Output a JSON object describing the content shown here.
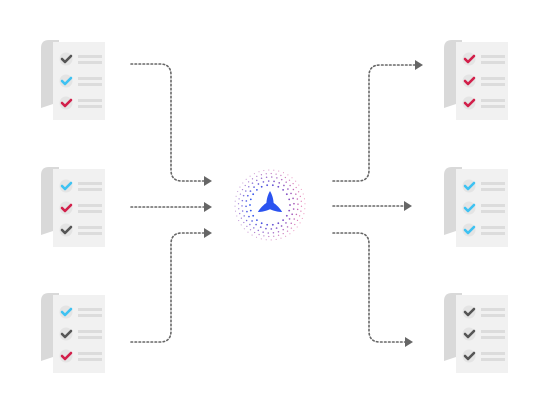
{
  "diagram": {
    "inputs": [
      {
        "checks": [
          "dark",
          "cyan",
          "red"
        ]
      },
      {
        "checks": [
          "cyan",
          "red",
          "dark"
        ]
      },
      {
        "checks": [
          "cyan",
          "dark",
          "red"
        ]
      }
    ],
    "outputs": [
      {
        "checks": [
          "red",
          "red",
          "red"
        ]
      },
      {
        "checks": [
          "cyan",
          "cyan",
          "cyan"
        ]
      },
      {
        "checks": [
          "dark",
          "dark",
          "dark"
        ]
      }
    ],
    "hub": {
      "icon": "tri-blade-logo-icon"
    }
  },
  "colors": {
    "red": "#d21f4a",
    "cyan": "#3ec2f2",
    "dark": "#555555",
    "paper": "#f1f1f1",
    "fold": "#d9d9d9",
    "line": "#dcdcdc",
    "circle": "#e4e4e4",
    "connector": "#666666",
    "accent": "#2b53f0",
    "halo_outer": "#e0408a"
  }
}
